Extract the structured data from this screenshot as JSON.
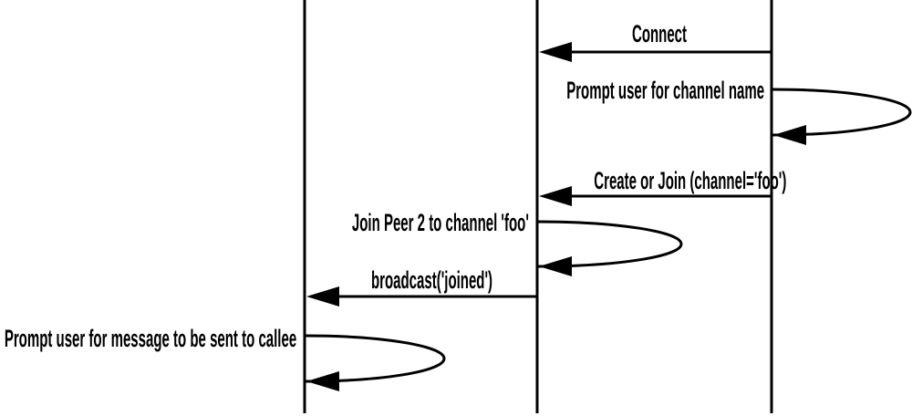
{
  "diagram": {
    "type": "sequence-diagram",
    "colors": {
      "background": "#ffffff",
      "line": "#000000",
      "text": "#000000"
    },
    "lifelines": [
      {
        "id": "left-lifeline"
      },
      {
        "id": "middle-lifeline"
      },
      {
        "id": "right-lifeline"
      }
    ],
    "messages": [
      {
        "label": "Connect",
        "kind": "arrow",
        "from": "right-lifeline",
        "to": "middle-lifeline"
      },
      {
        "label": "Prompt user for channel name",
        "kind": "self-loop",
        "on": "right-lifeline"
      },
      {
        "label": "Create or Join (channel='foo')",
        "kind": "arrow",
        "from": "right-lifeline",
        "to": "middle-lifeline"
      },
      {
        "label": "Join Peer 2 to channel 'foo'",
        "kind": "self-loop",
        "on": "middle-lifeline"
      },
      {
        "label": "broadcast('joined')",
        "kind": "arrow",
        "from": "middle-lifeline",
        "to": "left-lifeline"
      },
      {
        "label": "Prompt user for message to be sent to callee",
        "kind": "self-loop",
        "on": "left-lifeline"
      }
    ]
  }
}
